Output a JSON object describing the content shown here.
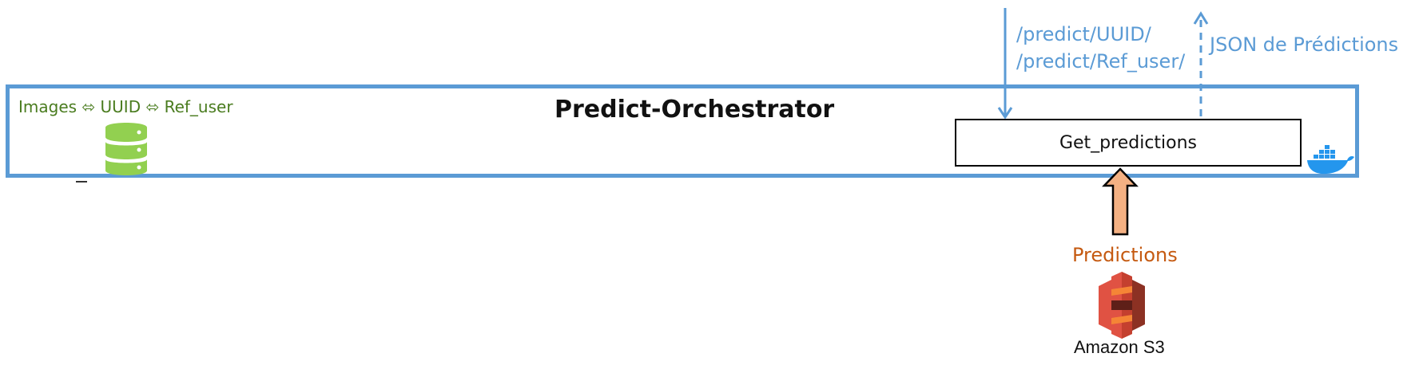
{
  "title": "Predict-Orchestrator",
  "mapping_label": "Images ⬄ UUID ⬄ Ref_user",
  "process": {
    "label": "Get_predictions"
  },
  "endpoints": [
    "/predict/UUID/",
    "/predict/Ref_user/"
  ],
  "response_label": "JSON de Prédictions",
  "source_label": "Predictions",
  "storage_label": "Amazon S3",
  "icons": {
    "database": "database-icon",
    "container": "docker-icon",
    "storage": "amazon-s3-icon"
  },
  "colors": {
    "container_border": "#5b9bd5",
    "mapping_text": "#4a7c1f",
    "database": "#92d050",
    "api_text": "#5b9bd5",
    "source_text": "#c55a11",
    "arrow_fill": "#f4b183",
    "docker": "#2496ed",
    "s3": "#e05243"
  }
}
